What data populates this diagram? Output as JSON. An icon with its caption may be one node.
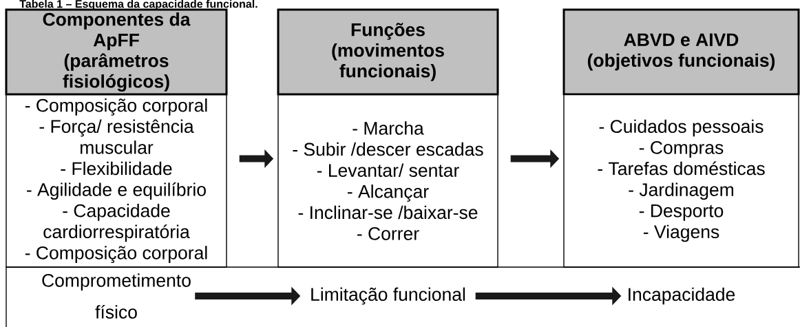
{
  "diagram": {
    "title": "Tabela 1 – Esquema da capacidade funcional.",
    "nodes": [
      {
        "text": [
          "Componentes da ApFF (parâmetros fisiológicos)"
        ]
      },
      {
        "text": [
          "Funções (movimentos funcionais)"
        ]
      },
      {
        "text": [
          "ABVD e AIVD (objetivos funcionais)"
        ]
      },
      {
        "text": [
          "- Composição corporal",
          "- Força/ resistência muscular",
          "- Flexibilidade",
          "- Agilidade e equilíbrio",
          "- Capacidade cardiorrespiratória",
          "- Composição corporal"
        ]
      },
      {
        "text": [
          "- Marcha",
          "- Subir /descer escadas",
          "- Levantar/ sentar",
          "- Alcançar",
          "- Inclinar-se /baixar-se",
          "- Correr"
        ]
      },
      {
        "text": [
          "- Cuidados pessoais",
          "- Compras",
          "- Tarefas domésticas",
          "- Jardinagem",
          "- Desporto",
          "- Viagens"
        ]
      },
      {
        "text": [
          "Comprometimento físico"
        ]
      },
      {
        "text": [
          "Limitação funcional"
        ]
      },
      {
        "text": [
          "Incapacidade"
        ]
      }
    ],
    "edges": [
      {
        "from": 3,
        "to": 4,
        "arrow": "to"
      },
      {
        "from": 4,
        "to": 5,
        "arrow": "to"
      },
      {
        "from": 6,
        "to": 7,
        "arrow": "to"
      },
      {
        "from": 7,
        "to": 8,
        "arrow": "to"
      }
    ]
  }
}
